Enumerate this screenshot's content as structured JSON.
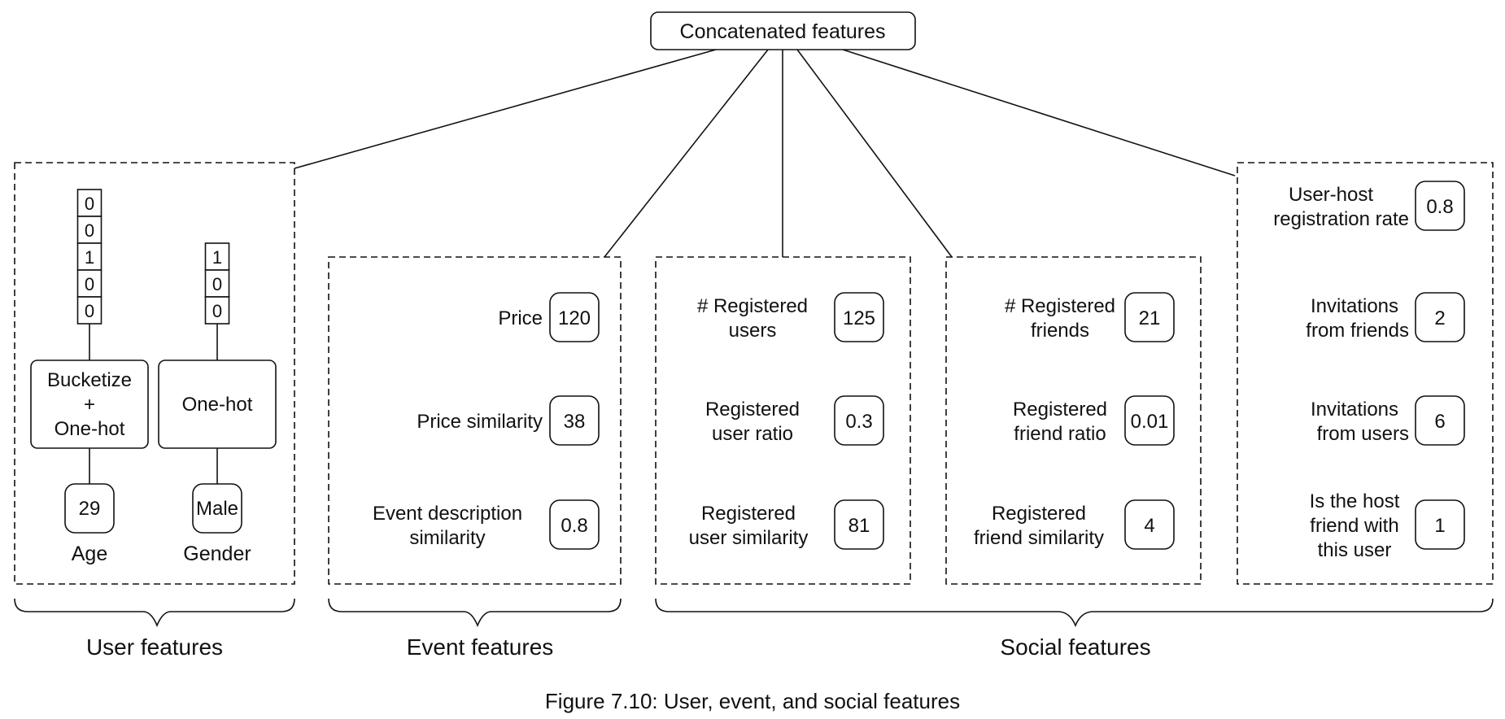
{
  "top": {
    "label": "Concatenated features"
  },
  "user_features": {
    "age_vector": [
      "0",
      "0",
      "1",
      "0",
      "0"
    ],
    "gender_vector": [
      "1",
      "0",
      "0"
    ],
    "age_transform": [
      "Bucketize",
      "+",
      "One-hot"
    ],
    "gender_transform": [
      "One-hot"
    ],
    "age_value": "29",
    "gender_value": "Male",
    "age_label": "Age",
    "gender_label": "Gender"
  },
  "event_features": {
    "items": [
      {
        "label": [
          "Price"
        ],
        "value": "120"
      },
      {
        "label": [
          "Price similarity"
        ],
        "value": "38"
      },
      {
        "label": [
          "Event description",
          "similarity"
        ],
        "value": "0.8"
      }
    ]
  },
  "social_users": {
    "items": [
      {
        "label": [
          "# Registered",
          "users"
        ],
        "value": "125"
      },
      {
        "label": [
          "Registered",
          "user ratio"
        ],
        "value": "0.3"
      },
      {
        "label": [
          "Registered",
          "user similarity"
        ],
        "value": "81"
      }
    ]
  },
  "social_friends": {
    "items": [
      {
        "label": [
          "# Registered",
          "friends"
        ],
        "value": "21"
      },
      {
        "label": [
          "Registered",
          "friend ratio"
        ],
        "value": "0.01"
      },
      {
        "label": [
          "Registered",
          "friend similarity"
        ],
        "value": "4"
      }
    ]
  },
  "social_host": {
    "items": [
      {
        "label": [
          "User-host",
          "registration rate"
        ],
        "value": "0.8"
      },
      {
        "label": [
          "Invitations",
          "from friends"
        ],
        "value": "2"
      },
      {
        "label": [
          "Invitations",
          "from users"
        ],
        "value": "6"
      },
      {
        "label": [
          "Is the host",
          "friend with",
          "this user"
        ],
        "value": "1"
      }
    ]
  },
  "groups": {
    "user": "User features",
    "event": "Event features",
    "social": "Social features"
  },
  "caption": "Figure 7.10: User, event, and social features"
}
